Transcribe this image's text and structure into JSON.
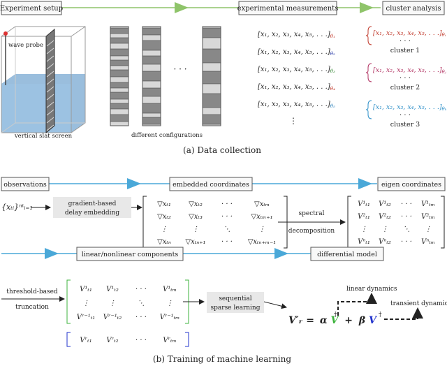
{
  "top": {
    "stage_labels": [
      "Experiment setup",
      "experimental measurements",
      "cluster analysis"
    ],
    "wave_probe": "wave probe",
    "slat_caption": "vertical slat screen",
    "config_caption": "different configurations",
    "config_dots": "· · ·",
    "measurement_rows": [
      {
        "vec": "[x₁, x₂, x₃, x₄, x₅, . . .]",
        "sub": "θ₁",
        "color": "#c0392b"
      },
      {
        "vec": "[x₁, x₂, x₃, x₄, x₅, . . .]",
        "sub": "θ₂",
        "color": "#2c3ea8"
      },
      {
        "vec": "[x₁, x₂, x₃, x₄, x₅, . . .]",
        "sub": "θ₃",
        "color": "#3a8a3a"
      },
      {
        "vec": "[x₁, x₂, x₃, x₄, x₅, . . .]",
        "sub": "θ₄",
        "color": "#c0392b"
      },
      {
        "vec": "[x₁, x₂, x₃, x₄, x₅, . . .]",
        "sub": "θ₅",
        "color": "#2c7fb8"
      }
    ],
    "clusters": [
      {
        "vec": "[x₁, x₂, x₃, x₄, x₅, . . .]",
        "sub": "θᵢ",
        "label": "cluster 1",
        "color": "#c0392b"
      },
      {
        "vec": "[x₁, x₂, x₃, x₄, x₅, . . .]",
        "sub": "θⱼ",
        "label": "cluster 2",
        "color": "#b03060"
      },
      {
        "vec": "[x₁, x₂, x₃, x₄, x₅, . . .]",
        "sub": "θₖ",
        "label": "cluster 3",
        "color": "#2c8fc8"
      }
    ],
    "caption": "(a) Data collection"
  },
  "bottom": {
    "row1_labels": [
      "observations",
      "embedded coordinates",
      "eigen coordinates"
    ],
    "row2_labels": [
      "linear/nonlinear components",
      "differential model"
    ],
    "obs_set": "{xₜᵢ}ⁿᵗᵢ₌₁",
    "gradient_label_1": "gradient-based",
    "gradient_label_2": "delay embedding",
    "embed_matrix": [
      [
        "▽xₜ₁",
        "▽xₜ₂",
        "· · ·",
        "▽xₜₘ"
      ],
      [
        "▽xₜ₂",
        "▽xₜ₃",
        "· · ·",
        "▽xₜₘ₊₁"
      ],
      [
        "⋮",
        "⋮",
        "⋱",
        "⋮"
      ],
      [
        "▽xₜₙ",
        "▽xₜₙ₊₁",
        "· · ·",
        "▽xₜₙ₊ₘ₋₁"
      ]
    ],
    "spectral_1": "spectral",
    "spectral_2": "decomposition",
    "eigen_matrix": [
      [
        "V¹ₜ₁",
        "V¹ₜ₂",
        "· · ·",
        "V¹ₜₘ"
      ],
      [
        "V²ₜ₁",
        "V²ₜ₂",
        "· · ·",
        "V²ₜₘ"
      ],
      [
        "⋮",
        "⋮",
        "⋱",
        "⋮"
      ],
      [
        "Vⁿₜ₁",
        "Vⁿₜ₂",
        "· · ·",
        "Vⁿₜₘ"
      ]
    ],
    "threshold_1": "threshold-based",
    "threshold_2": "truncation",
    "green_matrix": [
      [
        "V¹ₜ₁",
        "V¹ₜ₂",
        "· · ·",
        "V¹ₜₘ"
      ],
      [
        "⋮",
        "⋮",
        "⋱",
        "⋮"
      ],
      [
        "Vʳ⁻¹ₜ₁",
        "Vʳ⁻¹ₜ₂",
        "· · ·",
        "Vʳ⁻¹ₜₘ"
      ]
    ],
    "blue_row": [
      "Vʳₜ₁",
      "Vʳₜ₂",
      "· · ·",
      "Vʳₜₘ"
    ],
    "sparse_1": "sequential",
    "sparse_2": "sparse learning",
    "model_eq": {
      "lhs": "V′ᵣ =",
      "alpha": "α",
      "v1": "V",
      "plus": "+",
      "beta": "β",
      "v2": "V"
    },
    "linear_dyn": "linear dynamics",
    "transient_dyn": "transient dynamics",
    "caption": "(b) Training of machine learning"
  },
  "colors": {
    "arrow_green": "#8fc46a",
    "arrow_blue": "#4aa8d8",
    "red": "#c0392b",
    "green": "#3cb33c",
    "blue": "#2233cc",
    "water": "#8fb7d9"
  }
}
